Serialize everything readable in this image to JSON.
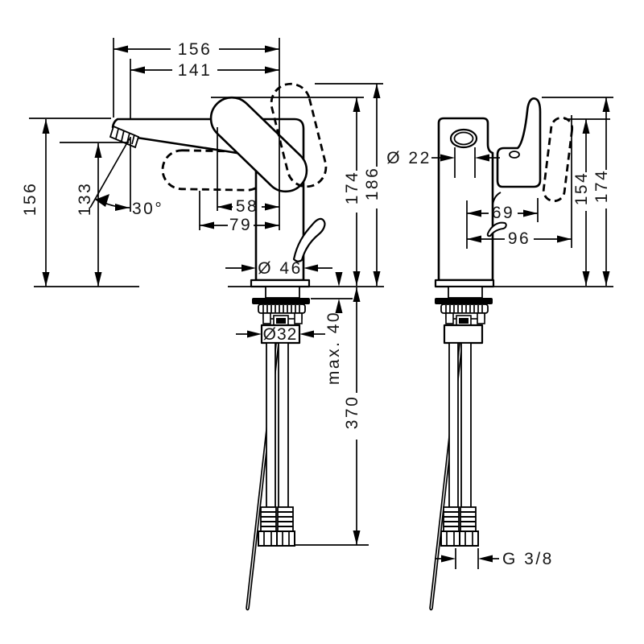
{
  "drawing": {
    "background": "#ffffff",
    "line_color": "#000000",
    "text_color": "#161616",
    "left_view": {
      "top_width_outer": "156",
      "top_width_inner": "141",
      "height_outer": "156",
      "height_inner": "133",
      "spout_angle": "30°",
      "handle_reach_inner": "58",
      "handle_reach_outer": "79",
      "body_diameter": "Ø 46",
      "height_to_handle": "174",
      "height_to_handle_max": "186",
      "shank_diameter": "Ø32",
      "max_mounting_thickness": "max. 40",
      "hose_length": "370"
    },
    "right_view": {
      "aerator_diameter": "Ø 22",
      "center_to_handle_inner": "69",
      "center_to_handle_outer": "96",
      "height_to_handle_low": "154",
      "height_to_handle": "174",
      "connection_thread": "G 3/8"
    }
  }
}
